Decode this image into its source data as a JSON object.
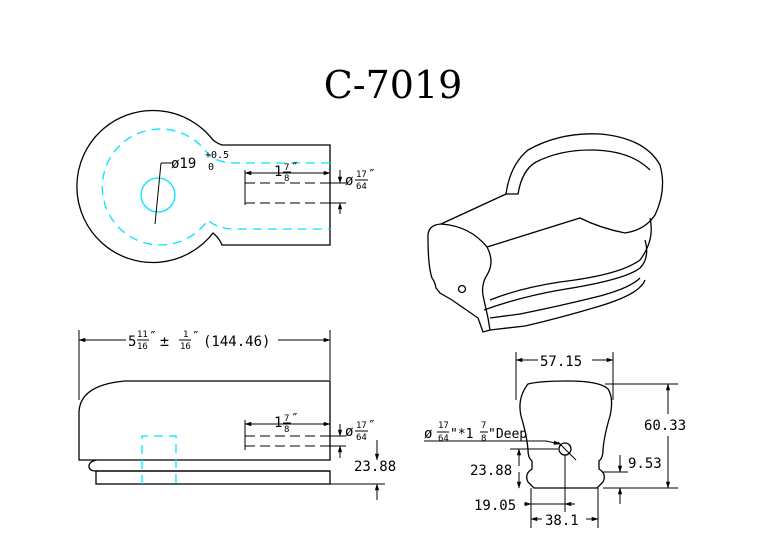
{
  "title": "C-7019",
  "top_view": {
    "hole_dia": "ø19",
    "tol_upper": "+0.5",
    "tol_lower": "0",
    "depth_whole": "1",
    "depth_num": "7",
    "depth_den": "8",
    "inch_mark": "″",
    "hole_symbol": "ø",
    "hole_num": "17",
    "hole_den": "64"
  },
  "front_view": {
    "length_whole": "5",
    "length_num": "11",
    "length_den": "16",
    "length_inch": "″",
    "pm": "±",
    "tol_num": "1",
    "tol_den": "16",
    "tol_inch": "″",
    "length_mm": "(144.46)",
    "depth_whole": "1",
    "depth_num": "7",
    "depth_den": "8",
    "inch_mark": "″",
    "hole_symbol": "ø",
    "hole_num": "17",
    "hole_den": "64",
    "height_dim": "23.88"
  },
  "end_view": {
    "top_width": "57.15",
    "total_height": "60.33",
    "groove_height": "9.53",
    "hole_height": "23.88",
    "hole_offset": "19.05",
    "base_width": "38.1",
    "hole_callout": {
      "symbol": "ø",
      "dia_num": "17",
      "dia_den": "64",
      "mid": "\"*1",
      "depth_num": "7",
      "depth_den": "8",
      "suffix": "\"Deep"
    }
  }
}
